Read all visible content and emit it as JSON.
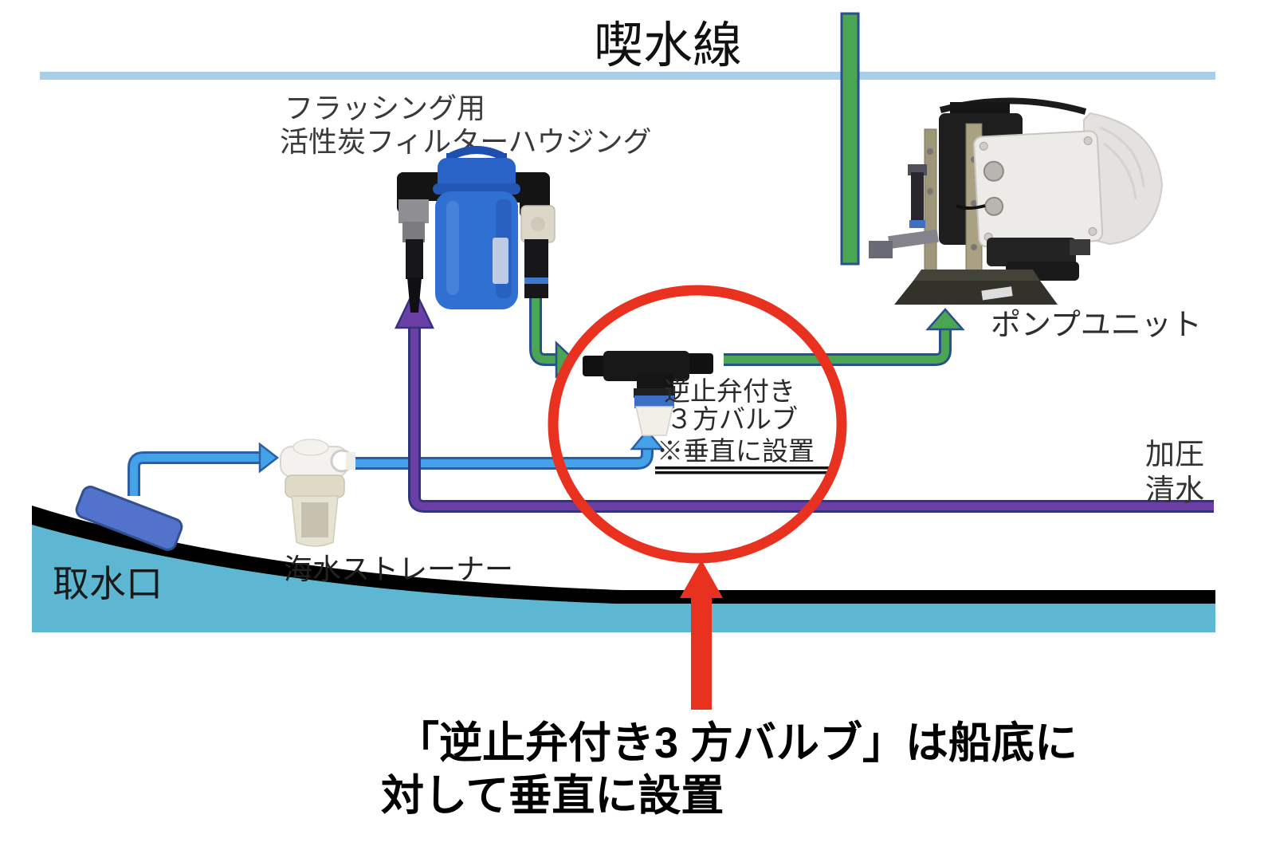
{
  "title": "喫水線",
  "labels": {
    "filter_line1": "フラッシング用",
    "filter_line2": "活性炭フィルターハウジング",
    "pump": "ポンプユニット",
    "valve_line1": "逆止弁付き",
    "valve_line2": "３方バルブ",
    "valve_line3": "※垂直に設置",
    "strainer": "海水ストレーナー",
    "intake": "取水口",
    "freshwater_line1": "加圧",
    "freshwater_line2": "清水"
  },
  "caption": {
    "line1": "「逆止弁付き3 方バルブ」は船底に",
    "line2": "対して垂直に設置"
  },
  "palette": {
    "seawater_line": "#44a3e8",
    "seawater_outline": "#2b5fa5",
    "flushing_line": "#6b3fa6",
    "flushing_outline": "#33337f",
    "feed_line": "#4aa653",
    "feed_outline": "#27508c",
    "highlight_red": "#e8321f",
    "waterline_blue": "#a9cfe8",
    "sea_blue": "#5db7d3",
    "hull_black": "#000000",
    "filter_blue": "#2f70d2",
    "intake_blue": "#5272cc"
  }
}
